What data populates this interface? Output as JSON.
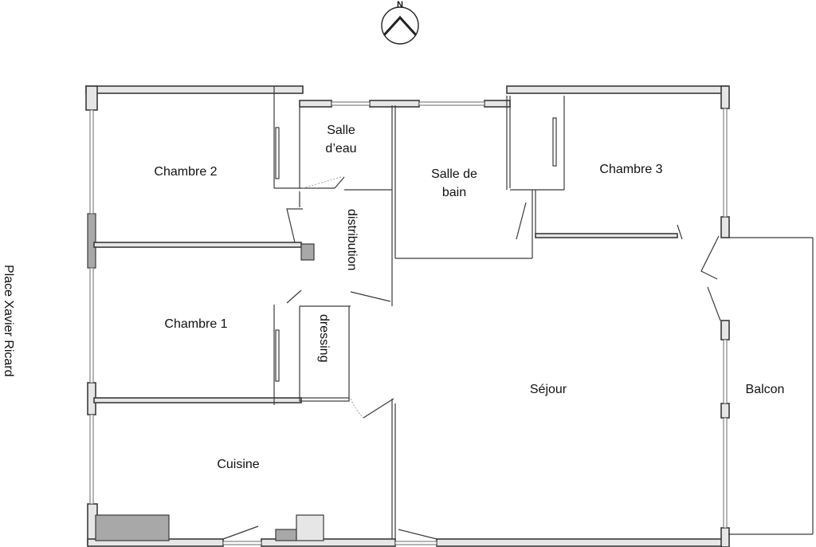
{
  "compass": {
    "north_label": "N"
  },
  "street": {
    "label": "Place Xavier Ricard"
  },
  "rooms": {
    "chambre2": "Chambre 2",
    "chambre1": "Chambre 1",
    "cuisine": "Cuisine",
    "salle_eau_line1": "Salle",
    "salle_eau_line2": "d’eau",
    "salle_bain_line1": "Salle de",
    "salle_bain_line2": "bain",
    "chambre3": "Chambre 3",
    "distribution": "distribution",
    "dressing": "dressing",
    "sejour": "Séjour",
    "balcon": "Balcon"
  }
}
